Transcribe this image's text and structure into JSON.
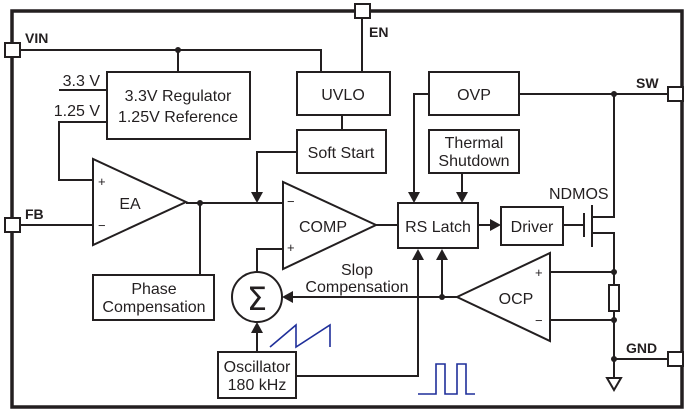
{
  "pins": {
    "vin": "VIN",
    "en": "EN",
    "sw": "SW",
    "fb": "FB",
    "gnd": "GND"
  },
  "blocks": {
    "regulator_line1": "3.3V Regulator",
    "regulator_line2": "1.25V Reference",
    "uvlo": "UVLO",
    "soft_start": "Soft Start",
    "ovp": "OVP",
    "thermal_line1": "Thermal",
    "thermal_line2": "Shutdown",
    "rs_latch": "RS Latch",
    "driver": "Driver",
    "phase_line1": "Phase",
    "phase_line2": "Compensation",
    "osc_line1": "Oscillator",
    "osc_line2": "180 kHz"
  },
  "amplifiers": {
    "ea": "EA",
    "comp": "COMP",
    "ocp": "OCP",
    "plus": "+",
    "minus": "−"
  },
  "labels": {
    "v33": "3.3 V",
    "v125": "1.25 V",
    "ndmos": "NDMOS",
    "slope_line1": "Slop",
    "slope_line2": "Compensation",
    "sigma": "Σ"
  },
  "colors": {
    "line": "#231f20",
    "waveform": "#1f2f9a"
  }
}
